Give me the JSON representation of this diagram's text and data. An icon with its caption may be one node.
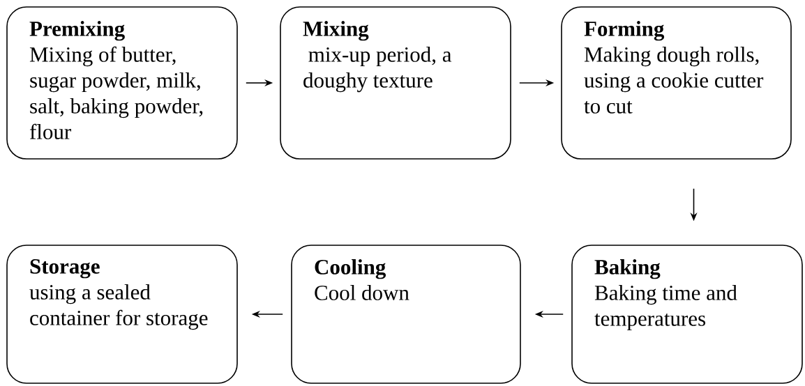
{
  "diagram": {
    "nodes": [
      {
        "text": [
          "Premixing",
          "Mixing of butter, sugar powder, milk, salt, baking powder, flour"
        ]
      },
      {
        "text": [
          "Mixing",
          " mix-up period, a doughy texture"
        ]
      },
      {
        "text": [
          "Forming",
          "Making dough rolls, using a cookie cutter to cut"
        ]
      },
      {
        "text": [
          "Baking",
          "Baking time and temperatures"
        ]
      },
      {
        "text": [
          "Cooling",
          "Cool down"
        ]
      },
      {
        "text": [
          "Storage",
          "using a sealed container for storage"
        ]
      }
    ],
    "edges": [
      {
        "from": 0,
        "to": 1,
        "arrow": "to"
      },
      {
        "from": 1,
        "to": 2,
        "arrow": "to"
      },
      {
        "from": 2,
        "to": 3,
        "arrow": "to"
      },
      {
        "from": 3,
        "to": 4,
        "arrow": "to"
      },
      {
        "from": 4,
        "to": 5,
        "arrow": "to"
      }
    ]
  }
}
